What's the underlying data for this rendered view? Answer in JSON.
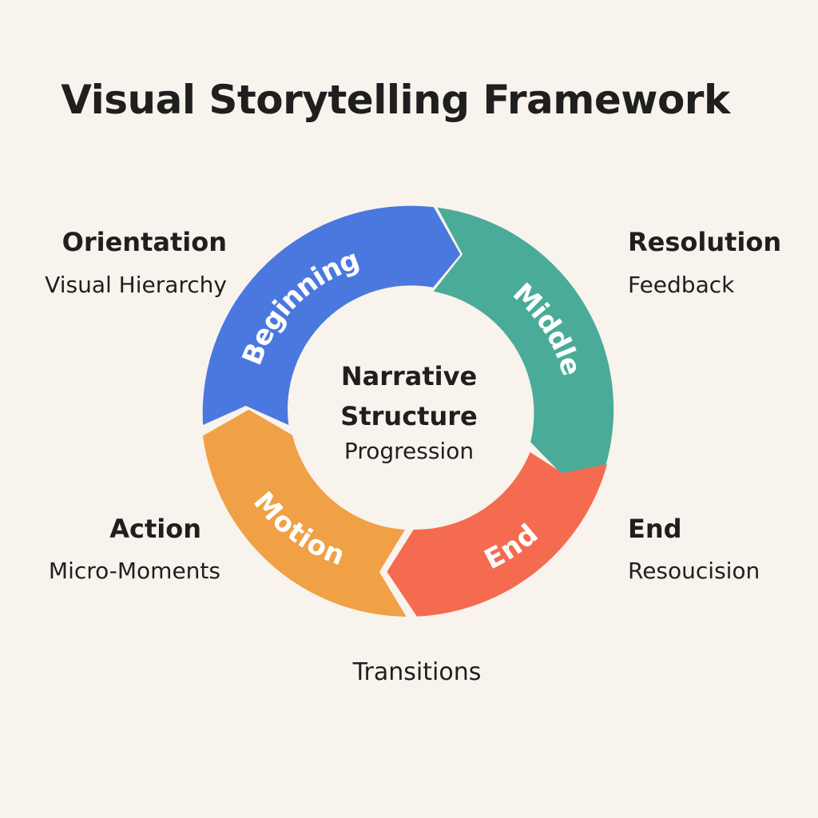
{
  "title": "Visual Storytelling Framework",
  "center": {
    "title": "Narrative Structure",
    "subtitle": "Progression"
  },
  "segments": [
    {
      "label": "Beginning",
      "color": "#4a78de"
    },
    {
      "label": "Middle",
      "color": "#4aab98"
    },
    {
      "label": "End",
      "color": "#f46b50"
    },
    {
      "label": "Motion",
      "color": "#f0a045"
    }
  ],
  "side_labels": {
    "top_left": {
      "heading": "Orientation",
      "sub": "Visual Hierarchy"
    },
    "top_right": {
      "heading": "Resolution",
      "sub": "Feedback"
    },
    "bottom_left": {
      "heading": "Action",
      "sub": "Micro-Moments"
    },
    "bottom_right": {
      "heading": "End",
      "sub": "Resoucision"
    }
  },
  "bottom_label": "Transitions"
}
